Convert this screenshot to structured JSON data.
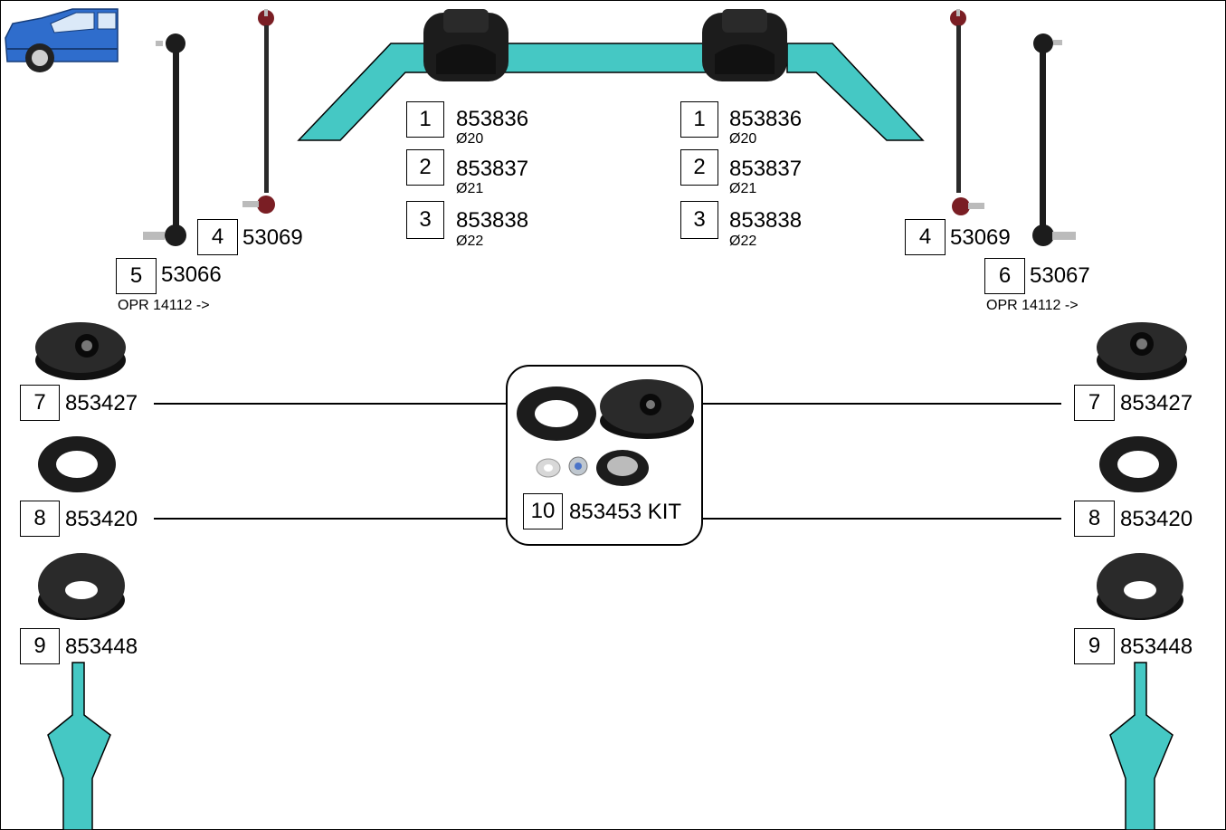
{
  "colors": {
    "accent": "#45c8c4",
    "part": "#1c1c1c",
    "link_red": "#7a1e24",
    "outline": "#000000"
  },
  "icons": [
    "car-icon",
    "stabilizer-bar",
    "bushing-photo",
    "link-rod-photo",
    "strut-mount-photo",
    "bearing-photo",
    "bump-stop-photo",
    "down-arrow-icon"
  ],
  "bushings": [
    {
      "index": "1",
      "code": "853836",
      "dia": "Ø20"
    },
    {
      "index": "2",
      "code": "853837",
      "dia": "Ø21"
    },
    {
      "index": "3",
      "code": "853838",
      "dia": "Ø22"
    }
  ],
  "links": {
    "left_inner": {
      "index": "4",
      "code": "53069"
    },
    "left_outer": {
      "index": "5",
      "code": "53066",
      "note": "OPR 14112 ->"
    },
    "right_inner": {
      "index": "4",
      "code": "53069"
    },
    "right_outer": {
      "index": "6",
      "code": "53067",
      "note": "OPR 14112 ->"
    }
  },
  "mounts": [
    {
      "index": "7",
      "code": "853427"
    },
    {
      "index": "8",
      "code": "853420"
    },
    {
      "index": "9",
      "code": "853448"
    }
  ],
  "kit": {
    "index": "10",
    "code": "853453 KIT"
  }
}
